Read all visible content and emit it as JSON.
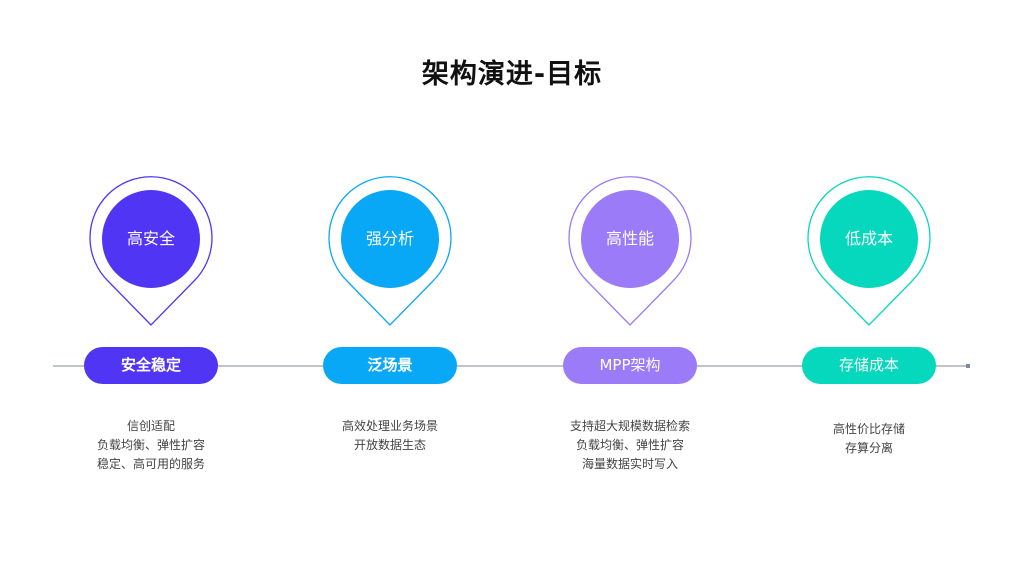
{
  "title": "架构演进-目标",
  "colors": {
    "line": "#7f8a99",
    "item1": "#5035f5",
    "item2": "#09a8f7",
    "item3": "#9b7bf7",
    "item4": "#06d8bd"
  },
  "items": [
    {
      "pin_label": "高安全",
      "pill_label": "安全稳定",
      "desc": [
        "信创适配",
        "负载均衡、弹性扩容",
        "稳定、高可用的服务"
      ]
    },
    {
      "pin_label": "强分析",
      "pill_label": "泛场景",
      "desc": [
        "高效处理业务场景",
        "开放数据生态"
      ]
    },
    {
      "pin_label": "高性能",
      "pill_label": "MPP架构",
      "desc": [
        "支持超大规模数据检索",
        "负载均衡、弹性扩容",
        "海量数据实时写入"
      ]
    },
    {
      "pin_label": "低成本",
      "pill_label": "存储成本",
      "desc": [
        "高性价比存储",
        "存算分离"
      ]
    }
  ]
}
